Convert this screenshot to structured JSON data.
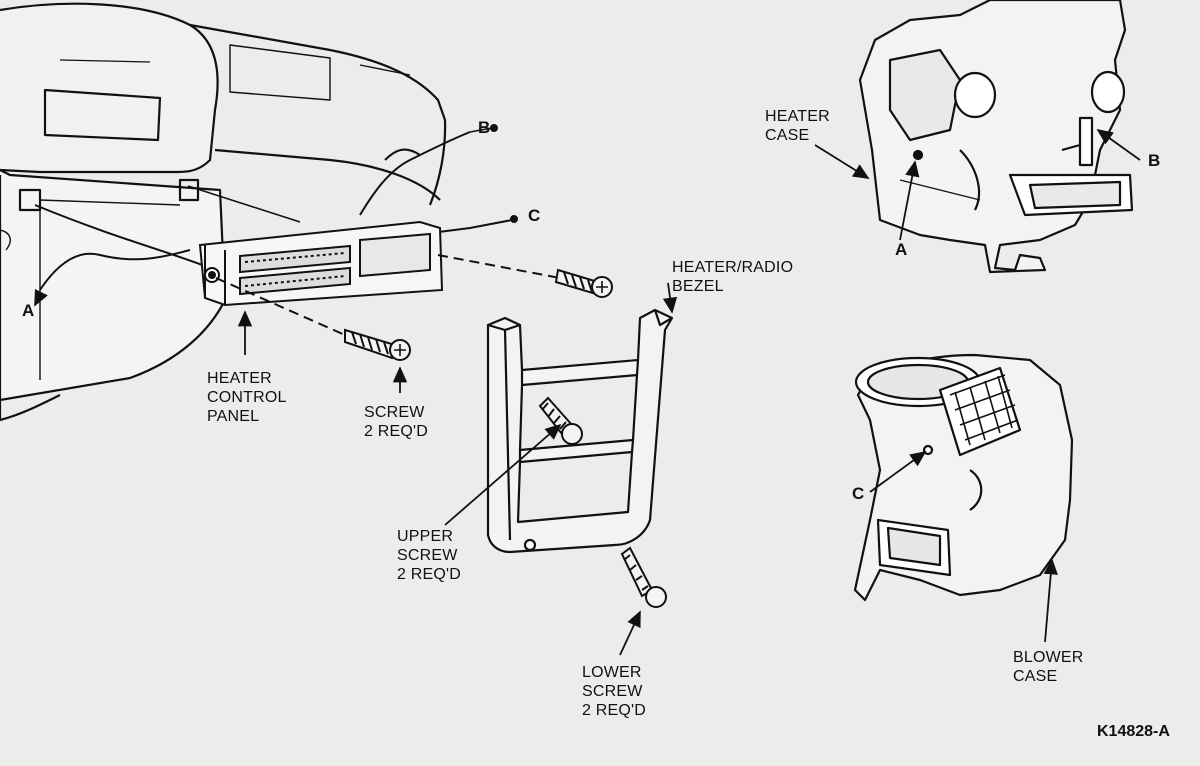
{
  "labels": {
    "heater_case": "HEATER\nCASE",
    "heater_radio_bezel": "HEATER/RADIO\nBEZEL",
    "heater_control_panel": "HEATER\nCONTROL\nPANEL",
    "screw": "SCREW\n2 REQ'D",
    "upper_screw": "UPPER\nSCREW\n2 REQ'D",
    "lower_screw": "LOWER\nSCREW\n2 REQ'D",
    "blower_case": "BLOWER\nCASE"
  },
  "callouts": {
    "a_left": "A",
    "b_left": "B",
    "c_left": "C",
    "a_right": "A",
    "b_right": "B",
    "c_right": "C"
  },
  "figure_ref": "K14828-A"
}
